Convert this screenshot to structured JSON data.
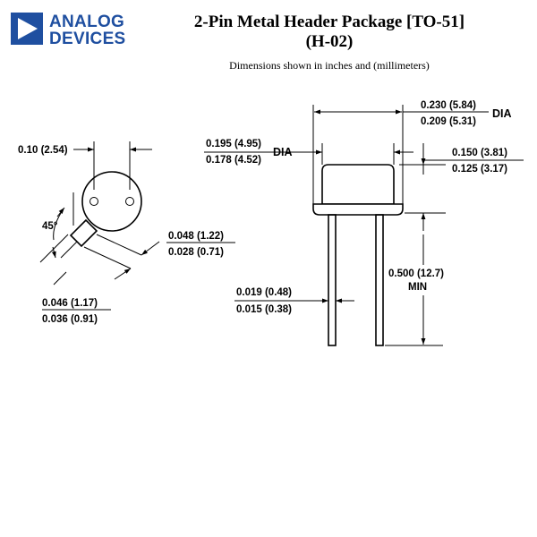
{
  "header": {
    "logo_line1": "ANALOG",
    "logo_line2": "DEVICES",
    "title_line1": "2-Pin Metal Header Package [TO-51]",
    "title_line2": "(H-02)",
    "subtitle": "Dimensions shown in inches and (millimeters)"
  },
  "brand_color": "#1f4fa0",
  "icons": {
    "logo": "triangle-logo-icon"
  },
  "top_view": {
    "pin_spacing": "0.10 (2.54)",
    "angle": "45°",
    "tab_width_max": "0.048 (1.22)",
    "tab_width_min": "0.028 (0.71)",
    "tab_length_max": "0.046 (1.17)",
    "tab_length_min": "0.036 (0.91)"
  },
  "side_view": {
    "flange_dia_max": "0.230 (5.84)",
    "flange_dia_min": "0.209 (5.31)",
    "flange_dia_suffix": "DIA",
    "body_dia_max": "0.195 (4.95)",
    "body_dia_min": "0.178 (4.52)",
    "body_dia_suffix": "DIA",
    "height_max": "0.150 (3.81)",
    "height_min": "0.125 (3.17)",
    "lead_length": "0.500 (12.7)",
    "lead_length_suffix": "MIN",
    "lead_dia_max": "0.019 (0.48)",
    "lead_dia_min": "0.015 (0.38)"
  }
}
